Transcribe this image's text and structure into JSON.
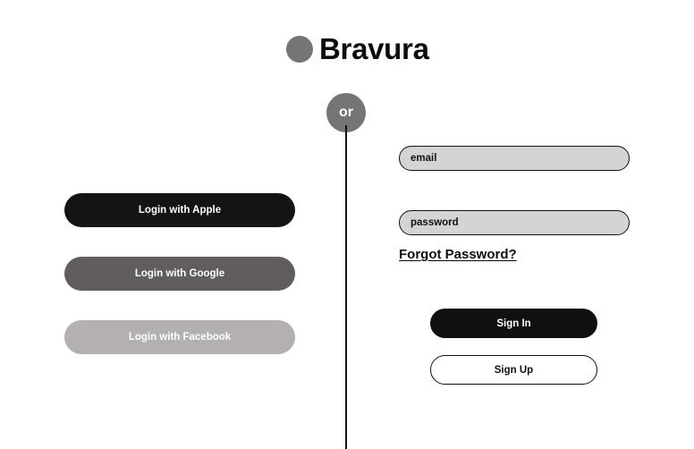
{
  "brand": {
    "name": "Bravura",
    "mark_icon": "circle-logo-icon",
    "mark_color": "#757575"
  },
  "divider": {
    "label": "or",
    "badge_color": "#757575",
    "line_color": "#111111"
  },
  "social": {
    "buttons": [
      {
        "label": "Login with Apple",
        "provider": "apple",
        "color": "#141414"
      },
      {
        "label": "Login with Google",
        "provider": "google",
        "color": "#605d5c"
      },
      {
        "label": "Login with Facebook",
        "provider": "facebook",
        "color": "#b3b0af"
      }
    ]
  },
  "form": {
    "email": {
      "placeholder": "email",
      "value": ""
    },
    "password": {
      "placeholder": "password",
      "value": ""
    },
    "forgot_label": "Forgot Password?",
    "sign_in_label": "Sign In",
    "sign_up_label": "Sign Up"
  }
}
